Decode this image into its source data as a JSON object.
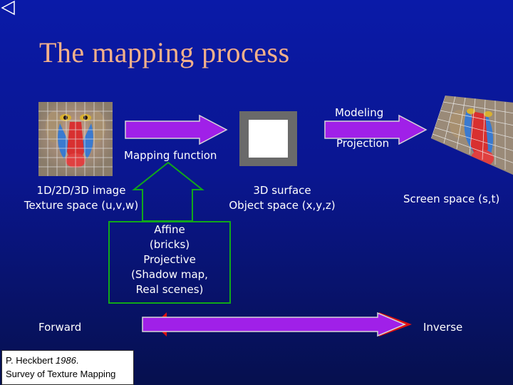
{
  "title": "The mapping process",
  "labels": {
    "modeling": "Modeling",
    "projection": "Projection",
    "mapping_function": "Mapping function",
    "texture_line1": "1D/2D/3D image",
    "texture_line2": "Texture space (u,v,w)",
    "surface_line1": "3D surface",
    "surface_line2": "Object space (x,y,z)",
    "screen_space": "Screen space (s,t)",
    "affine_lines": [
      "Affine",
      "(bricks)",
      "Projective",
      "(Shadow map,",
      "Real scenes)"
    ],
    "forward": "Forward",
    "inverse": "Inverse"
  },
  "citation": {
    "author": "P. Heckbert",
    "year": "1986",
    "title": "Survey of Texture Mapping"
  },
  "colors": {
    "title": "#f3b08a",
    "arrow_fill": "#a020e8",
    "arrow_stroke": "#d6d6d6",
    "green": "#11a81a",
    "red": "#e01010"
  }
}
